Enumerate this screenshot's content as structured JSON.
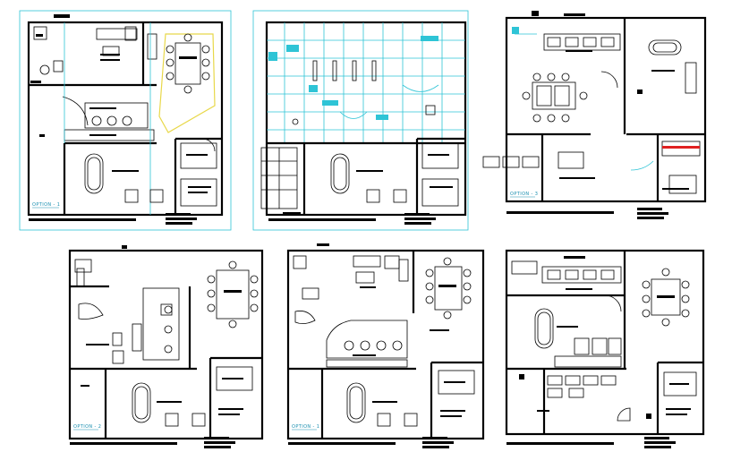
{
  "plans": [
    {
      "id": "plan-1",
      "option_label": "OPTION - 1",
      "title_lines": [
        "",
        "",
        ""
      ]
    },
    {
      "id": "plan-2",
      "option_label": "",
      "title_lines": [
        "",
        "",
        ""
      ]
    },
    {
      "id": "plan-3",
      "option_label": "OPTION - 3",
      "title_lines": [
        "",
        "",
        ""
      ]
    },
    {
      "id": "plan-4",
      "option_label": "OPTION - 2",
      "title_lines": [
        "",
        "",
        ""
      ]
    },
    {
      "id": "plan-5",
      "option_label": "OPTION - 1",
      "title_lines": [
        "",
        "",
        ""
      ]
    },
    {
      "id": "plan-6",
      "option_label": "",
      "title_lines": [
        "",
        "",
        ""
      ]
    }
  ],
  "colors": {
    "walls": "#000000",
    "guides": "#2ec4d6",
    "highlight": "#e8d84a",
    "accent": "#e02020",
    "background": "#ffffff"
  }
}
